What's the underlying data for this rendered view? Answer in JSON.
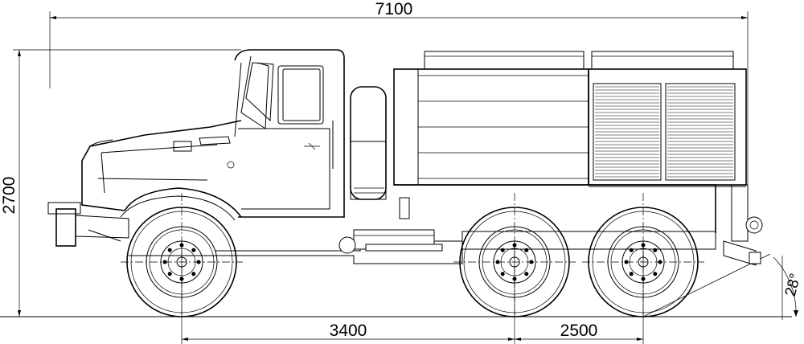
{
  "dimensions": {
    "overall_length": "7100",
    "overall_height": "2700",
    "wheelbase_front": "3400",
    "wheelbase_rear": "2500",
    "departure_angle": "28°"
  },
  "colors": {
    "line": "#000000",
    "background": "#ffffff"
  }
}
